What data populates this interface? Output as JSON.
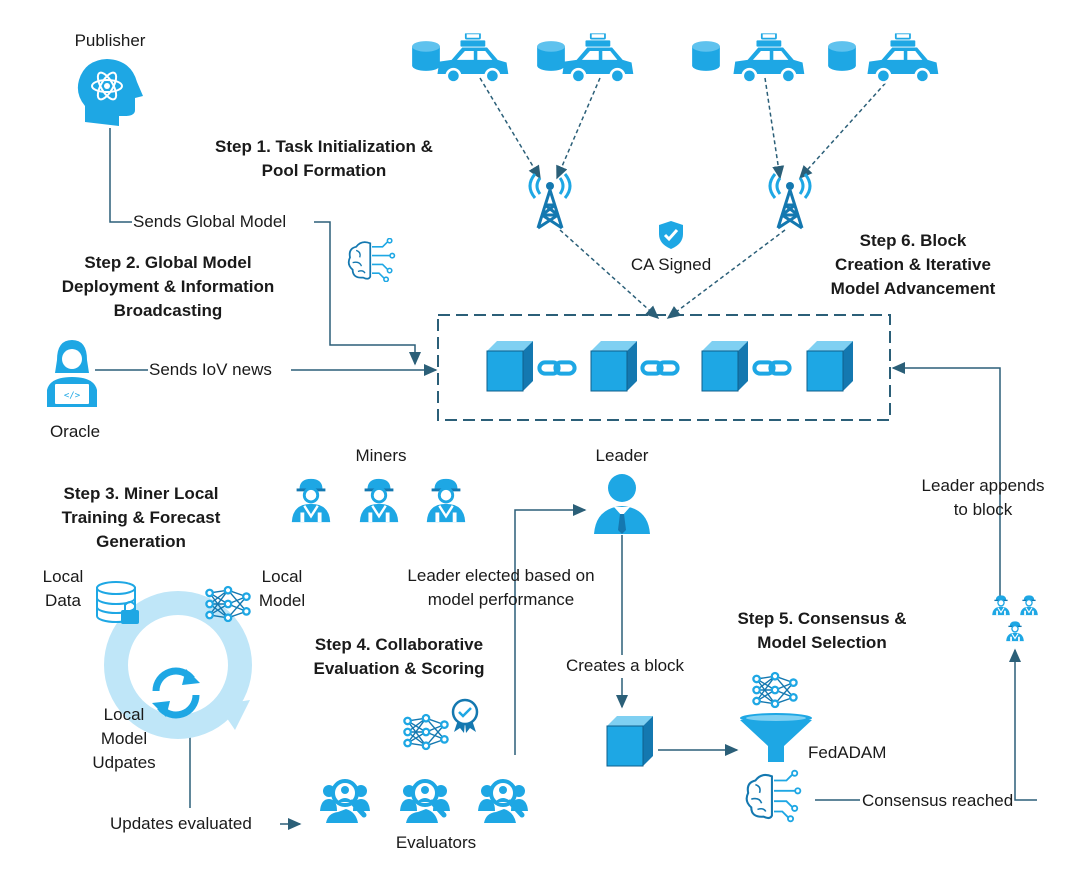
{
  "colors": {
    "primary": "#1ea7e4",
    "dark": "#1478b0",
    "line": "#2b5f78",
    "light": "#a9daf3"
  },
  "labels": {
    "publisher": "Publisher",
    "oracle": "Oracle",
    "miners": "Miners",
    "leader": "Leader",
    "evaluators": "Evaluators",
    "local_data": [
      "Local",
      "Data"
    ],
    "local_model": [
      "Local",
      "Model"
    ],
    "local_updates": [
      "Local",
      "Model",
      "Udpates"
    ],
    "fedadam": "FedADAM",
    "ca_signed": "CA Signed"
  },
  "steps": {
    "step1": [
      "Step 1. Task Initialization &",
      "Pool Formation"
    ],
    "step2": [
      "Step 2. Global Model",
      "Deployment & Information",
      "Broadcasting"
    ],
    "step3": [
      "Step 3. Miner Local",
      "Training & Forecast",
      "Generation"
    ],
    "step4": [
      "Step 4. Collaborative",
      "Evaluation & Scoring"
    ],
    "step5": [
      "Step 5. Consensus &",
      "Model Selection"
    ],
    "step6": [
      "Step 6. Block",
      "Creation & Iterative",
      "Model Advancement"
    ]
  },
  "edges": {
    "sends_global_model": "Sends Global Model",
    "sends_iov_news": "Sends IoV news",
    "leader_elected": [
      "Leader elected based on",
      "model performance"
    ],
    "creates_block": "Creates a block",
    "leader_appends": [
      "Leader appends",
      "to block"
    ],
    "consensus_reached": "Consensus reached",
    "updates_evaluated": "Updates evaluated"
  },
  "icons": [
    "database-icon",
    "car-icon",
    "cell-tower-icon",
    "shield-check-icon",
    "brain-circuit-icon",
    "head-atom-icon",
    "oracle-laptop-icon",
    "block-cube-icon",
    "chain-link-icon",
    "miner-icon",
    "leader-icon",
    "evaluator-icon",
    "neural-net-icon",
    "funnel-icon",
    "sync-icon",
    "lock-icon",
    "badge-icon"
  ]
}
